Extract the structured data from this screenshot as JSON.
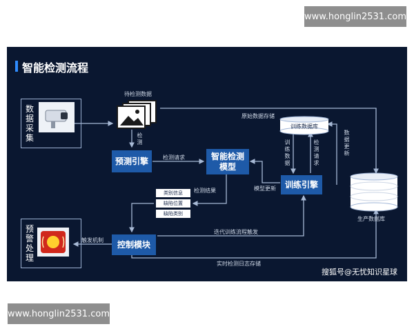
{
  "watermarks": {
    "top": "www.honglin2531.com",
    "bottom": "www.honglin2531.com"
  },
  "title": "智能检测流程",
  "left_labels": {
    "data_collection": "数据采集",
    "alert_handling": "预警处理"
  },
  "nodes": {
    "predict_engine": "预测引擎",
    "smart_model": "智能检测模型",
    "train_engine": "训练引擎",
    "control_module": "控制模块",
    "training_db": "训练数据库",
    "production_db": "生产数据库"
  },
  "result_items": [
    "类别信息",
    "缺陷位置",
    "缺陷类别"
  ],
  "edge_labels": {
    "pending_data": "待检测数据",
    "detect": "检测",
    "detect_request": "检测请求",
    "detect_result": "检测结果",
    "raw_data_store": "原始数据存储",
    "model_update": "模型更新",
    "train_data": "训练数据",
    "detect_request_v": "检测请求",
    "data_update": "数据更新",
    "trigger": "触发机制",
    "iterate_trigger": "迭代训练流程触发",
    "realtime_log": "实时检测日志存储"
  },
  "source_credit": "搜狐号@无忧知识星球",
  "colors": {
    "panel": "#0a1730",
    "node": "#1e5aa8",
    "accent": "#2f8cff",
    "line": "#a8bad6"
  },
  "icons": [
    "camera-icon",
    "image-stack-icon",
    "alarm-icon",
    "database-icon"
  ]
}
